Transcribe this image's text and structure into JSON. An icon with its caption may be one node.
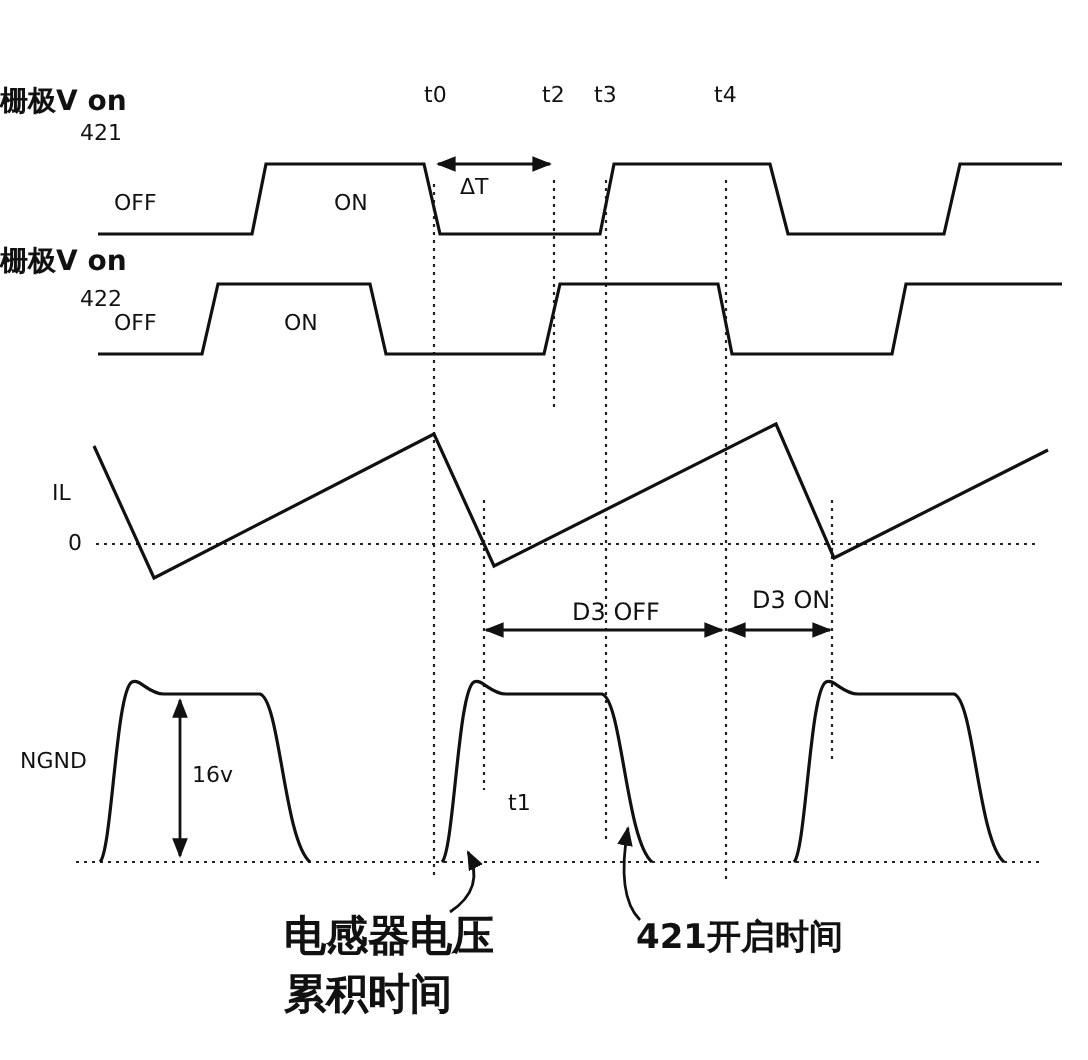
{
  "diagram": {
    "nodes": [
      {
        "text": [
          "电感器电压累积时间"
        ]
      },
      {
        "text": [
          "421开启时间"
        ]
      }
    ],
    "edges": [
      {
        "from": 0,
        "to": null,
        "arrow": "to"
      },
      {
        "from": 1,
        "to": null,
        "arrow": "to"
      }
    ],
    "labels": [
      "栅极V on",
      "421",
      "t0",
      "t2",
      "t3",
      "t4",
      "ΔT",
      "OFF",
      "ON",
      "栅极V on",
      "422",
      "OFF",
      "ON",
      "IL",
      "0",
      "D3 OFF",
      "D3 ON",
      "NGND",
      "16v",
      "t1"
    ]
  }
}
